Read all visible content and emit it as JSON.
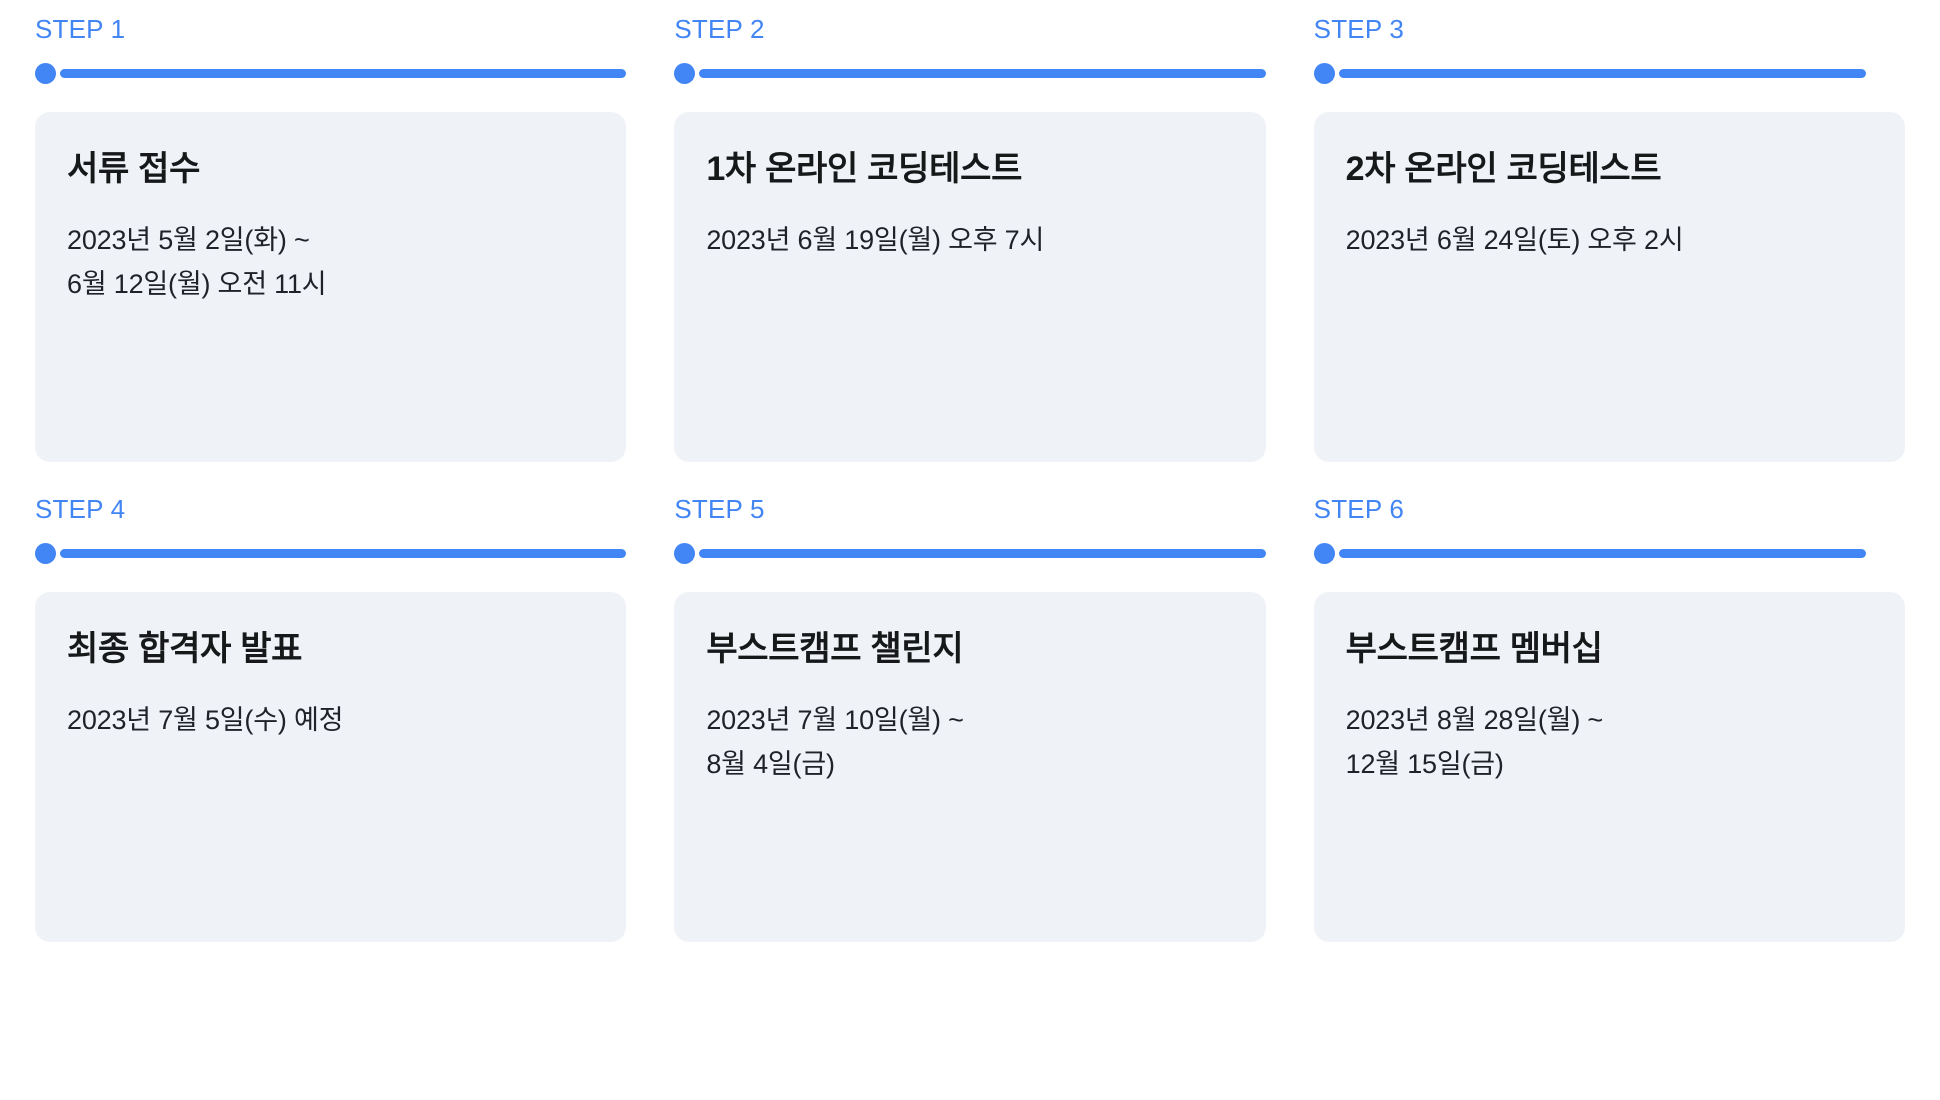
{
  "theme": {
    "accent_color": "#4285f4",
    "card_background": "#eff2f7",
    "page_background": "#ffffff",
    "title_color": "#17181a",
    "date_color": "#20222a"
  },
  "rows": [
    {
      "steps": [
        {
          "label": "STEP 1",
          "title": "서류 접수",
          "date_lines": [
            "2023년 5월 2일(화) ~",
            "6월 12일(월) 오전 11시"
          ]
        },
        {
          "label": "STEP 2",
          "title": "1차 온라인 코딩테스트",
          "date_lines": [
            "2023년 6월 19일(월) 오후 7시"
          ]
        },
        {
          "label": "STEP 3",
          "title": "2차 온라인 코딩테스트",
          "date_lines": [
            "2023년 6월 24일(토) 오후 2시"
          ]
        }
      ]
    },
    {
      "steps": [
        {
          "label": "STEP 4",
          "title": "최종 합격자 발표",
          "date_lines": [
            "2023년 7월 5일(수) 예정"
          ]
        },
        {
          "label": "STEP 5",
          "title": "부스트캠프 챌린지",
          "date_lines": [
            "2023년 7월 10일(월) ~",
            "8월 4일(금)"
          ]
        },
        {
          "label": "STEP 6",
          "title": "부스트캠프 멤버십",
          "date_lines": [
            "2023년 8월 28일(월) ~",
            "12월 15일(금)"
          ]
        }
      ]
    }
  ]
}
